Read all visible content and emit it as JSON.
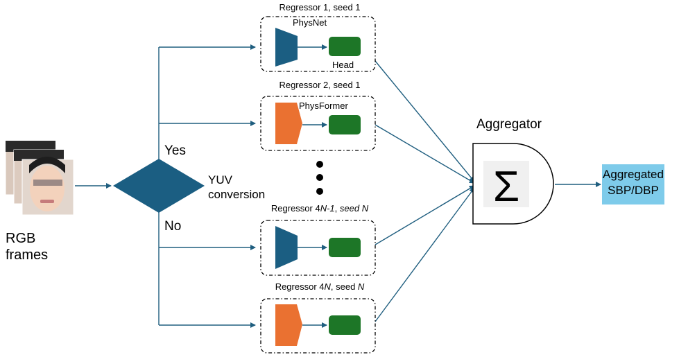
{
  "input": {
    "label_line1": "RGB",
    "label_line2": "frames"
  },
  "decision": {
    "label_line1": "YUV",
    "label_line2": "conversion",
    "yes_label": "Yes",
    "no_label": "No"
  },
  "regressors": [
    {
      "title": "Regressor 1, seed 1",
      "backbone": "PhysNet",
      "head": "Head"
    },
    {
      "title": "Regressor 2, seed 1",
      "backbone": "PhysFormer"
    },
    {
      "title_prefix": "Regressor 4",
      "title_italic": "N-1",
      "title_mid": ", ",
      "title_italic2": "seed N"
    },
    {
      "title_prefix": "Regressor 4",
      "title_italic": "N",
      "title_mid": ", seed ",
      "title_italic2": "N"
    }
  ],
  "aggregator": {
    "label": "Aggregator",
    "symbol": "Σ"
  },
  "output": {
    "line1": "Aggregated",
    "line2": "SBP/DBP"
  },
  "colors": {
    "physnet": "#1b5e82",
    "physformer": "#ea7131",
    "head": "#1d7627",
    "decision": "#1b5e82",
    "arrow": "#1f5e7f",
    "output": "#7ecbea"
  }
}
